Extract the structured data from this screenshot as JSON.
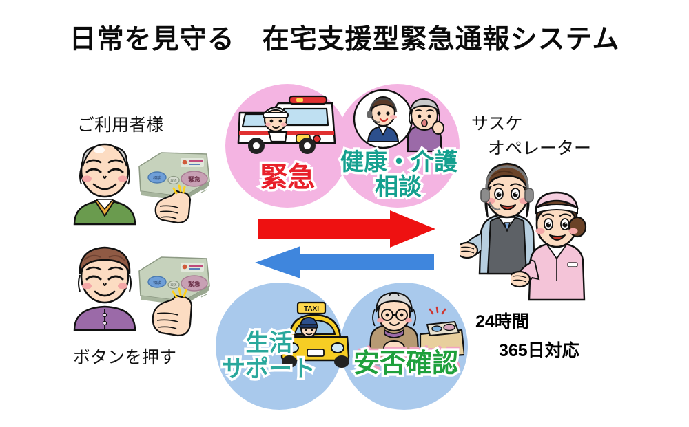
{
  "page": {
    "title": "日常を見守る　在宅支援型緊急通報システム",
    "background_color": "#ffffff"
  },
  "palette": {
    "pink_circle": "#f4b4e2",
    "blue_circle": "#a9c9ec",
    "red_arrow": "#ee1111",
    "blue_arrow": "#3f86dd",
    "emergency_red": "#e8202a",
    "teal_text": "#15a08f",
    "green_text": "#1fa03c",
    "pink_outline": "#f08cb4",
    "title_black": "#0a0a0a",
    "device_body": "#c3cfb9",
    "device_emergency_button": "#c8a0b4",
    "device_consult_button": "#6f9fd8"
  },
  "labels": {
    "user_side": "ご利用者様",
    "press_button": "ボタンを押す",
    "operator_line1": "サスケ",
    "operator_line2": "オペレーター",
    "availability_line1": "24時間",
    "availability_line2": "365日対応"
  },
  "circles": {
    "top": [
      {
        "id": "emergency",
        "label": "緊急",
        "label_color": "#e8202a",
        "fill": "#f4b4e2",
        "icon": "ambulance-icon",
        "icon_description": "救急車"
      },
      {
        "id": "health-care-consultation",
        "label_line1": "健康・介護",
        "label_line2": "相談",
        "label_color": "#15a08f",
        "fill": "#f4b4e2",
        "icon": "operator-and-senior-icon",
        "icon_description": "オペレーターと高齢女性"
      }
    ],
    "bottom": [
      {
        "id": "life-support",
        "label_line1": "生活",
        "label_line2": "サポート",
        "label_color": "#2aa89c",
        "fill": "#a9c9ec",
        "icon": "taxi-icon",
        "icon_description": "タクシー"
      },
      {
        "id": "safety-confirmation",
        "label": "安否確認",
        "label_color": "#1fa03c",
        "fill": "#a9c9ec",
        "icon": "senior-with-device-icon",
        "icon_description": "機器の前の高齢女性"
      }
    ]
  },
  "arrows": [
    {
      "id": "outbound",
      "direction": "right",
      "color": "#ee1111"
    },
    {
      "id": "inbound",
      "direction": "left",
      "color": "#3f86dd"
    }
  ],
  "devices": [
    {
      "id": "device-top",
      "emergency_button_label": "緊急",
      "consult_button_label": "相談"
    },
    {
      "id": "device-bottom",
      "emergency_button_label": "緊急",
      "consult_button_label": "相談"
    }
  ],
  "people": [
    {
      "id": "elderly-man",
      "description": "高齢男性（緑のベスト）"
    },
    {
      "id": "elderly-woman",
      "description": "高齢女性（紫のカーディガン）"
    },
    {
      "id": "operator-headset",
      "description": "ヘッドセットのオペレーター"
    },
    {
      "id": "nurse",
      "description": "看護師"
    }
  ]
}
